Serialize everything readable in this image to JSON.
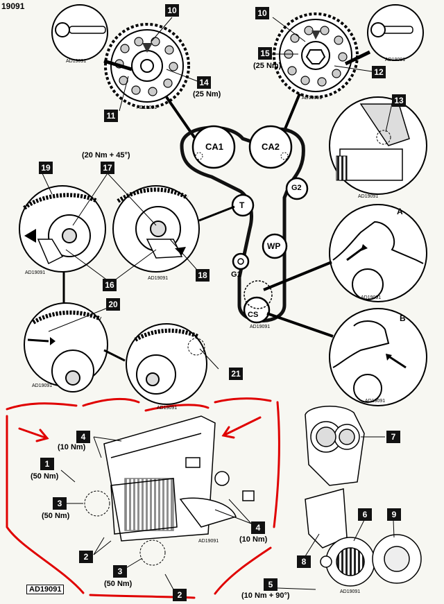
{
  "document_id": "19091",
  "reference_code": "AD19091",
  "figure_code": "AD19091",
  "figure_code_small": "AD 19091",
  "pulleys": {
    "ca1": "CA1",
    "ca2": "CA2",
    "t": "T",
    "g2": "G2",
    "wp": "WP",
    "g1": "G1",
    "cs": "CS"
  },
  "detail_letters": {
    "a": "A",
    "b": "B"
  },
  "callouts": {
    "n1": "1",
    "n2a": "2",
    "n2b": "2",
    "n3a": "3",
    "n3b": "3",
    "n4a": "4",
    "n4b": "4",
    "n5": "5",
    "n6": "6",
    "n7": "7",
    "n8": "8",
    "n9": "9",
    "n10a": "10",
    "n10b": "10",
    "n11": "11",
    "n12": "12",
    "n13": "13",
    "n14": "14",
    "n15": "15",
    "n16": "16",
    "n17": "17",
    "n18": "18",
    "n19": "19",
    "n20": "20",
    "n21": "21"
  },
  "torques": {
    "t14": "(25 Nm)",
    "t15": "(25 Nm)",
    "t17": "(20 Nm + 45°)",
    "t4a": "(10 Nm)",
    "t4b": "(10 Nm)",
    "t1": "(50 Nm)",
    "t3a": "(50 Nm)",
    "t3b": "(50 Nm)",
    "t5": "(10 Nm + 90°)"
  },
  "colors": {
    "annotation": "#e00000",
    "badge": "#111111",
    "belt": "#111111"
  }
}
